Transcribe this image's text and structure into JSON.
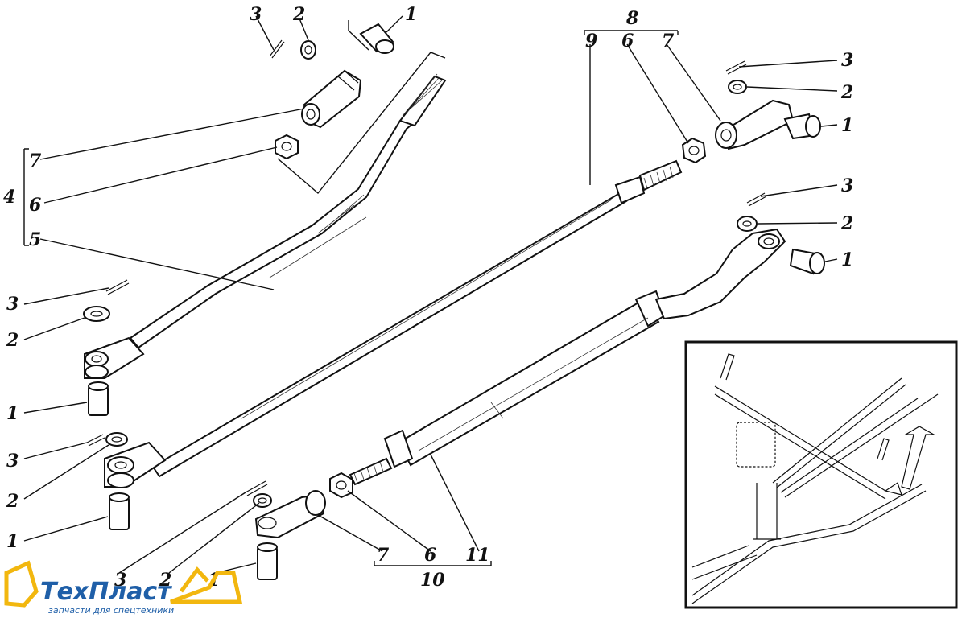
{
  "labels": {
    "l1_top": "1",
    "l2_top": "2",
    "l3_top": "3",
    "l4": "4",
    "l5": "5",
    "l6_left": "6",
    "l7_left": "7",
    "l8": "8",
    "l9": "9",
    "l6_mid": "6",
    "l7_mid": "7",
    "l3_r1": "3",
    "l2_r1": "2",
    "l1_r1": "1",
    "l3_r2": "3",
    "l2_r2": "2",
    "l1_r2": "1",
    "l3_left_a": "3",
    "l2_left_a": "2",
    "l1_left_a": "1",
    "l3_left_b": "3",
    "l2_left_b": "2",
    "l1_left_b": "1",
    "l3_bot": "3",
    "l2_bot": "2",
    "l1_bot": "1",
    "l7_bot": "7",
    "l6_bot": "6",
    "l11": "11",
    "l10": "10"
  },
  "logo": {
    "name": "ТехПласт",
    "tagline": "запчасти для спецтехники",
    "color": "#1f5fa8",
    "accent": "#f2b70f"
  }
}
